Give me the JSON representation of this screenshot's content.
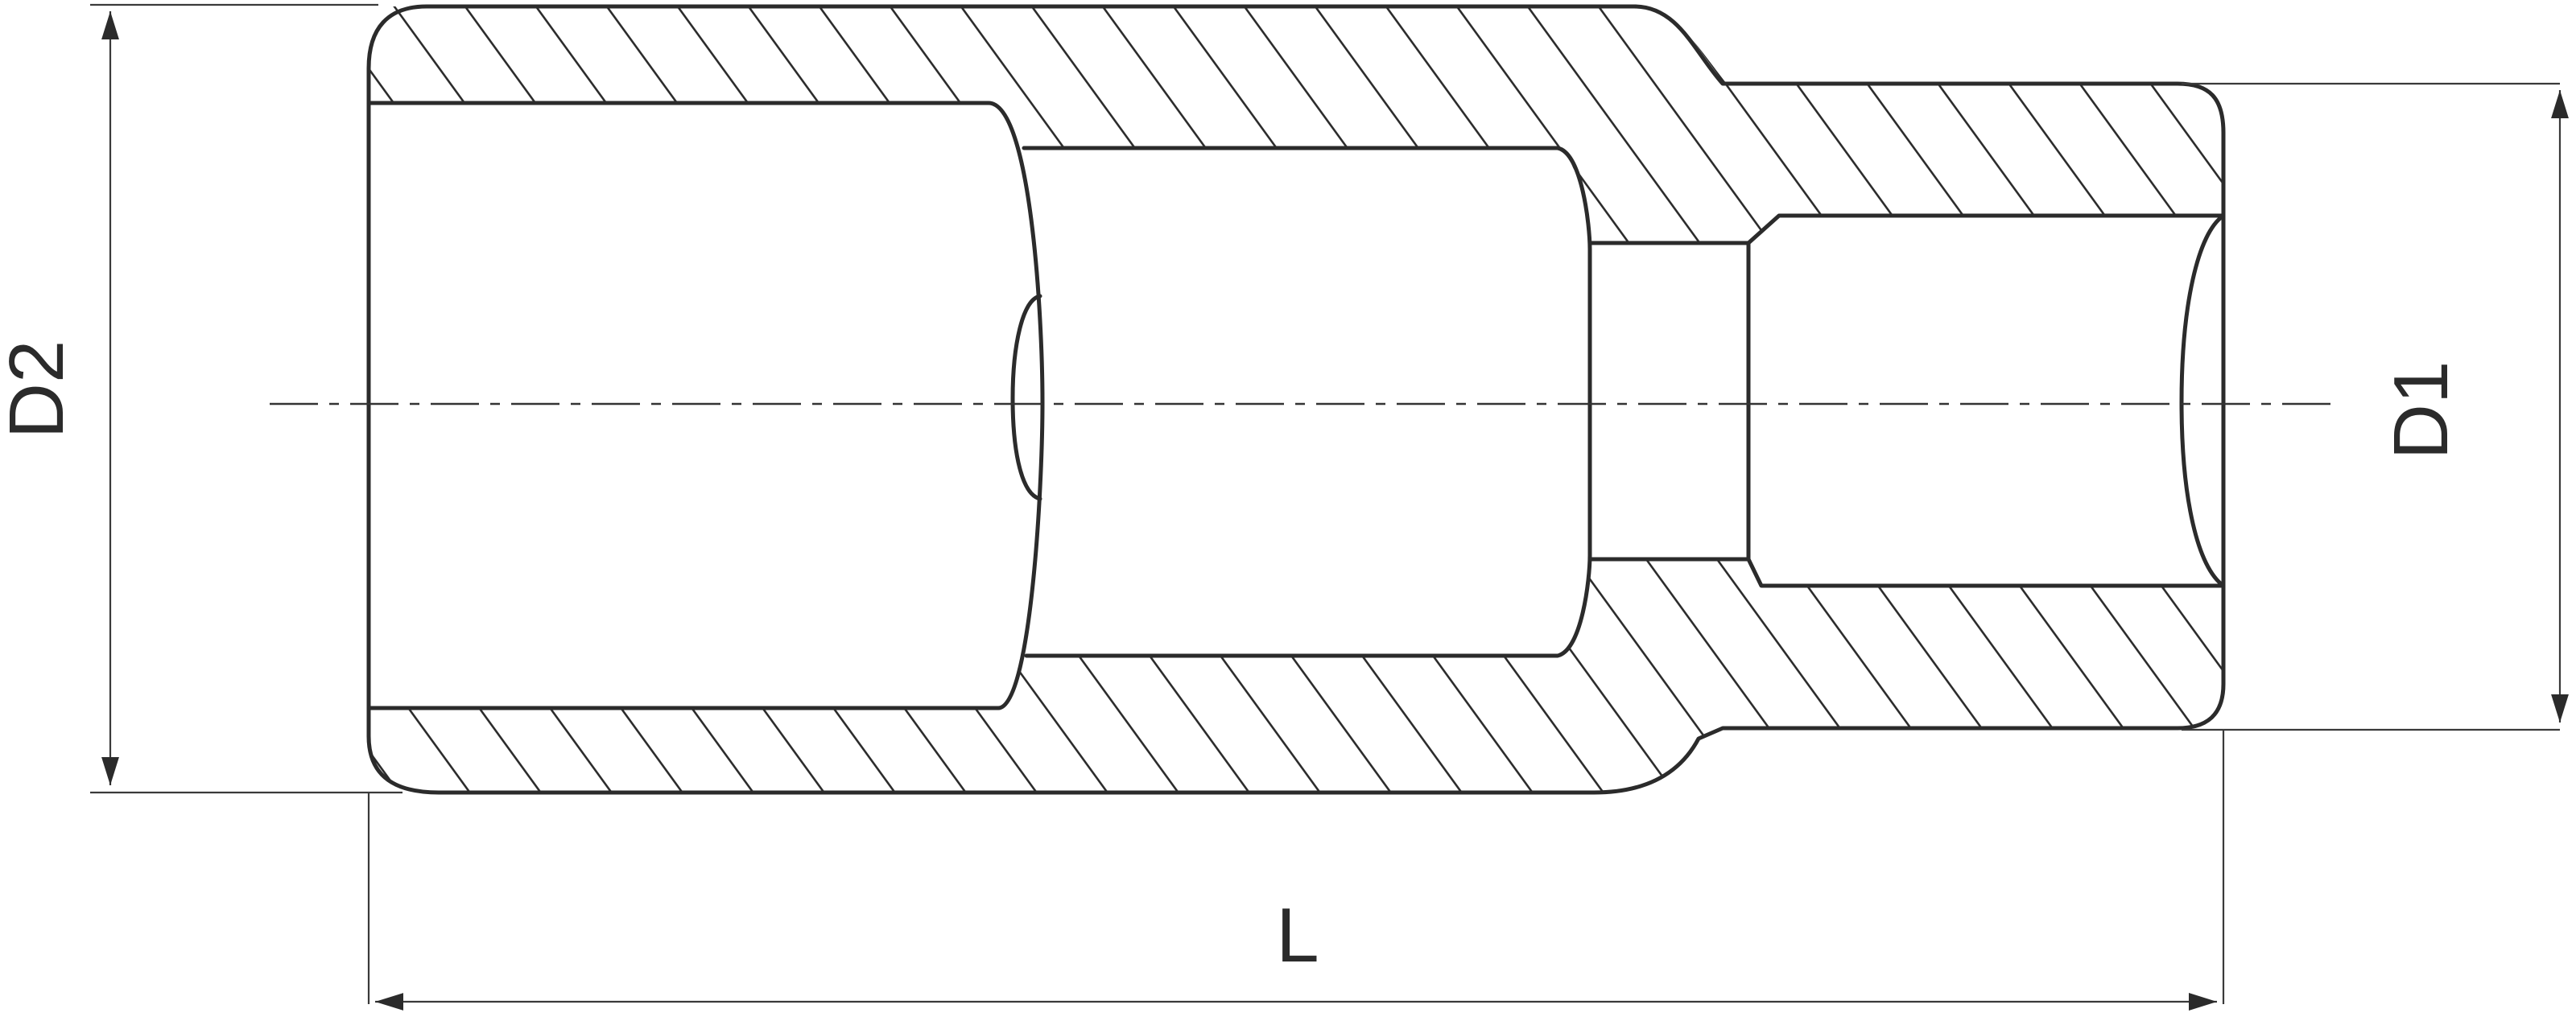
{
  "labels": {
    "diameter_large": "D2",
    "diameter_small": "D1",
    "length": "L"
  },
  "colors": {
    "line": "#2b2b2b",
    "background": "#ffffff"
  }
}
